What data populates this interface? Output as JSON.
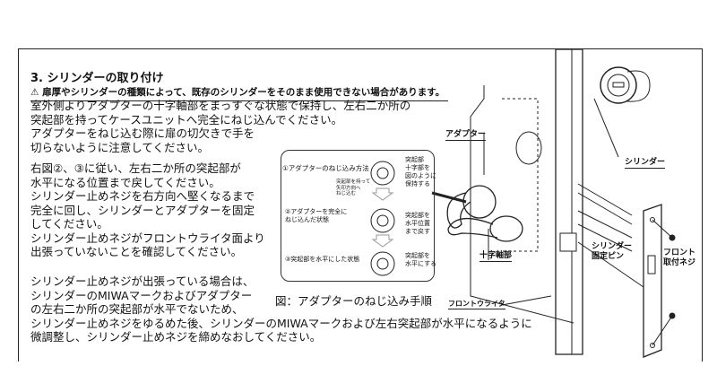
{
  "section": {
    "title": "3. シリンダーの取り付け",
    "warning": "⚠ 扉厚やシリンダーの種類によって、既存のシリンダーをそのまま使用できない場合があります。"
  },
  "paragraphs": [
    [
      "室外側よりアダプターの十字軸部をまっすぐな状態で保持し、左右二か所の",
      "突起部を持ってケースユニットへ完全にねじ込んでください。",
      "アダプターをねじ込む際に扉の切欠きで手を",
      "切らないように注意してください。"
    ],
    [
      "右図②、③に従い、左右二か所の突起部が",
      "水平になる位置まで戻してください。",
      "シリンダー止めネジを右方向へ堅くなるまで",
      "完全に回し、シリンダーとアダプターを固定",
      "してください。",
      "シリンダー止めネジがフロントウライタ面より",
      "出張っていないことを確認してください。"
    ],
    [
      "シリンダー止めネジが出張っている場合は、",
      "シリンダーのMIWAマークおよびアダプター",
      "の左右二か所の突起部が水平でないため、",
      "シリンダー止めネジをゆるめた後、シリンダーのMIWAマークおよび左右突起部が水平になるように",
      "微調整し、シリンダー止めネジを締めなおしてください。"
    ]
  ],
  "figure": {
    "caption": "図：アダプターのねじ込み手順",
    "steps": [
      {
        "label": "①アダプターのねじ込み方法",
        "note": [
          "突起部を持って",
          "矢印方向へ",
          "ねじ込む"
        ],
        "side": [
          "突起部",
          "十字部を",
          "図のように",
          "保持する"
        ]
      },
      {
        "label": [
          "②アダプターを完全に",
          "ねじ込んだ状態"
        ],
        "side": [
          "突起部を",
          "水平位置",
          "まで戻す"
        ]
      },
      {
        "label": "③突起部を水平にした状態",
        "side": [
          "突起部を",
          "水平にする"
        ]
      }
    ]
  },
  "diagram_labels": {
    "adapter": "アダプター",
    "cylinder": "シリンダー",
    "cross_shaft": "十字軸部",
    "front_writer": "フロントウライタ",
    "pin": [
      "シリンダー",
      "固定ピン"
    ],
    "front_screw": [
      "フロント",
      "取付ネジ"
    ]
  }
}
